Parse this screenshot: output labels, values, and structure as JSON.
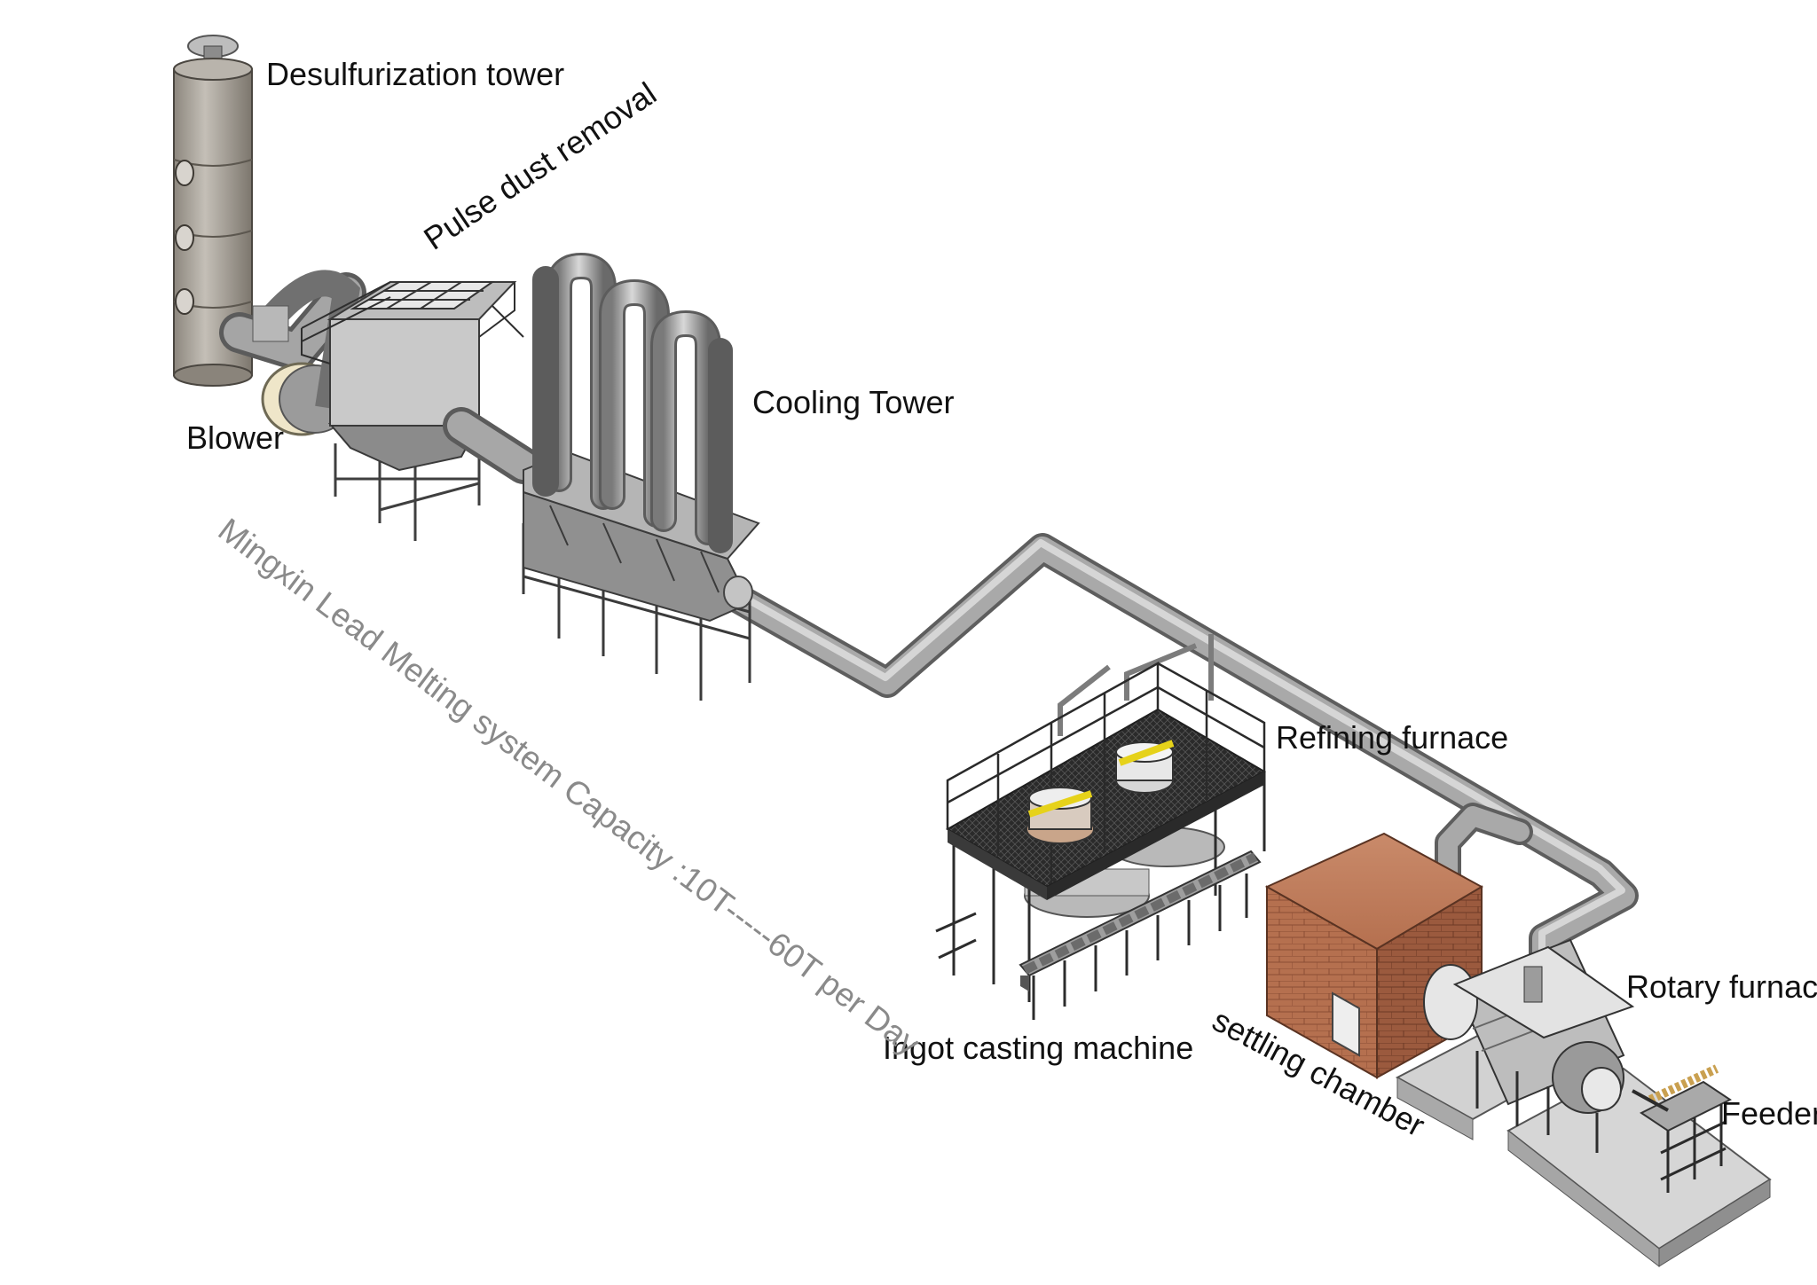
{
  "labels": {
    "desulfurization_tower": "Desulfurization tower",
    "pulse_dust_removal": "Pulse dust removal",
    "blower": "Blower",
    "cooling_tower": "Cooling Tower",
    "refining_furnace": "Refining furnace",
    "ingot_casting_machine": "Ingot casting machine",
    "settling_chamber": "settling chamber",
    "rotary_furnace": "Rotary furnace",
    "feeder": "Feeder"
  },
  "caption": "Mingxin Lead Melting system Capacity :10T-----60T per Day",
  "colors": {
    "pipe": "#9a9a9a",
    "pipe_dark": "#6e6e6e",
    "metal_frame": "#4a4a4a",
    "brick": "#b5704f",
    "tower_body": "#a7a29b",
    "caption_gray": "#8a8a8a",
    "accent_yellow": "#e6d21a"
  },
  "icons": [
    "desulfurization-tower",
    "dust-collector",
    "blower-fan",
    "cooling-tower",
    "refining-kettle",
    "ingot-conveyor",
    "brick-settling-chamber",
    "rotary-kiln",
    "screw-feeder"
  ]
}
